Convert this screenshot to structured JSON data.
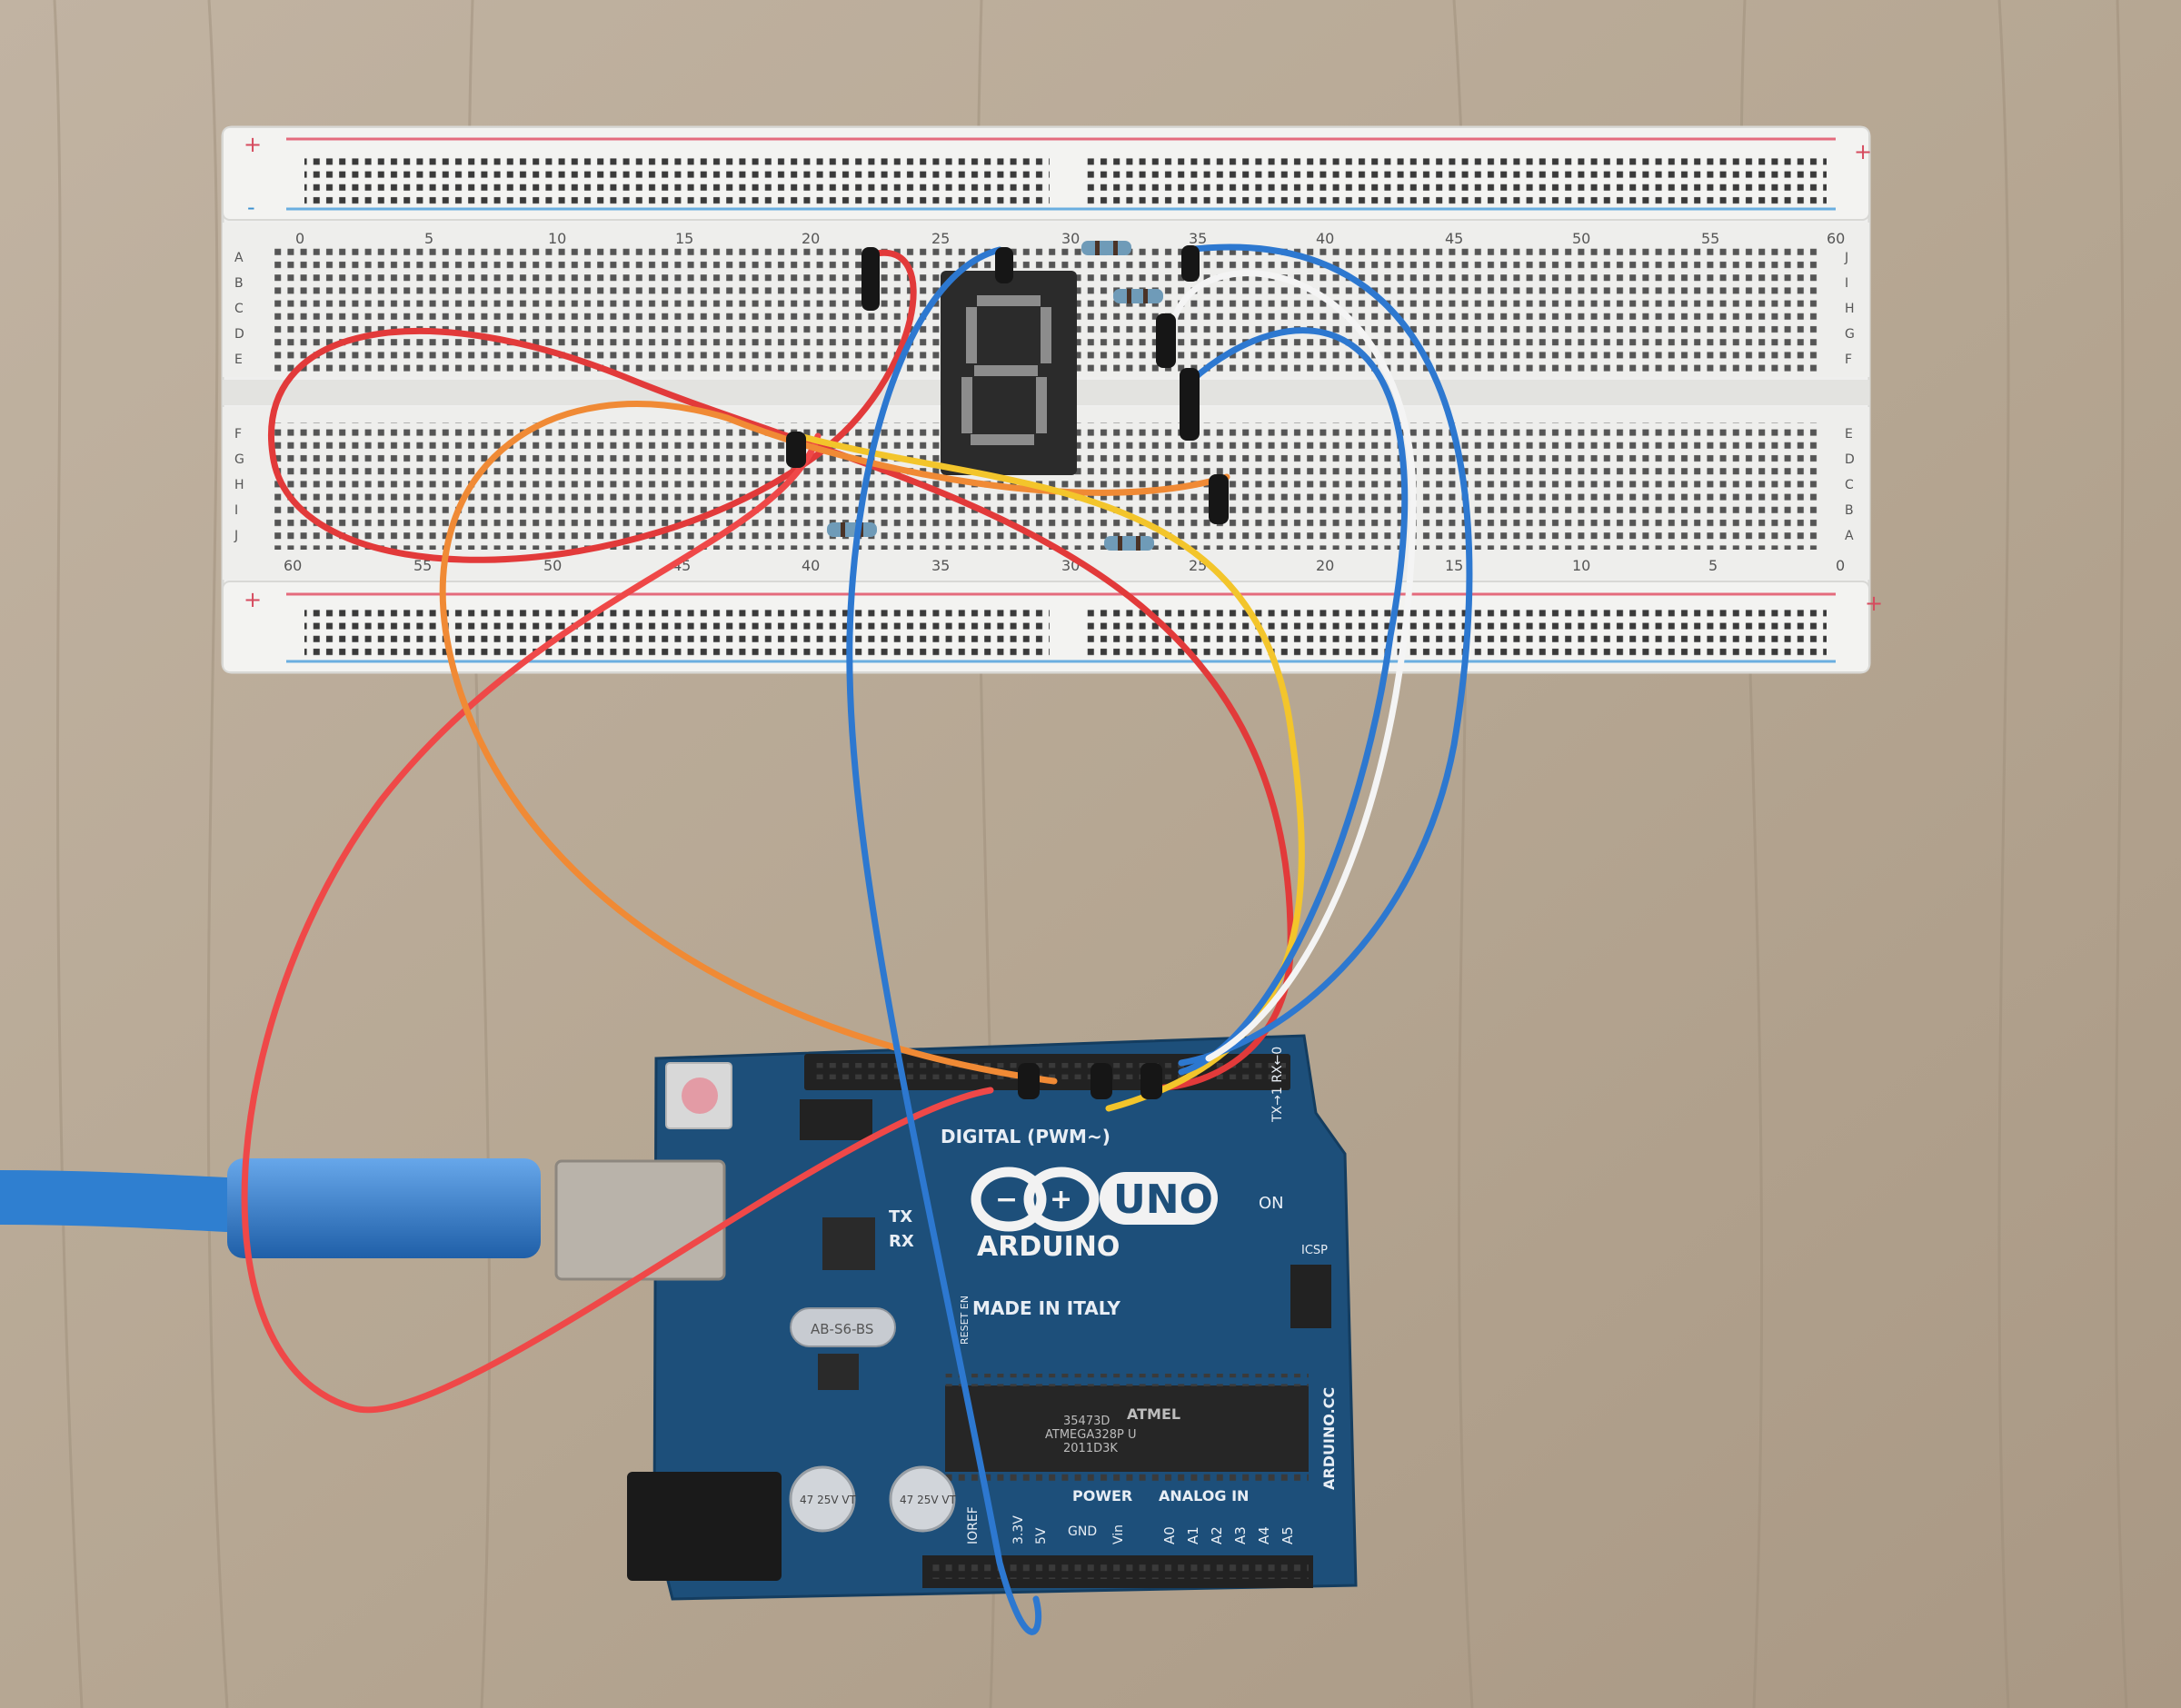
{
  "breadboard": {
    "top_numbers": [
      "0",
      "5",
      "10",
      "15",
      "20",
      "25",
      "30",
      "35",
      "40",
      "45",
      "50",
      "55",
      "60"
    ],
    "bottom_numbers": [
      "60",
      "55",
      "50",
      "45",
      "40",
      "35",
      "30",
      "25",
      "20",
      "15",
      "10",
      "5",
      "0"
    ],
    "row_letters_left_top": [
      "A",
      "B",
      "C",
      "D",
      "E"
    ],
    "row_letters_left_bottom": [
      "F",
      "G",
      "H",
      "I",
      "J"
    ],
    "row_letters_right_top": [
      "J",
      "I",
      "H",
      "G",
      "F"
    ],
    "row_letters_right_bottom": [
      "E",
      "D",
      "C",
      "B",
      "A"
    ],
    "rail_plus": "+",
    "rail_minus": "-"
  },
  "board": {
    "uno": "UNO",
    "arduino": "ARDUINO",
    "digital": "DIGITAL (PWM~)",
    "made_in": "MADE IN ITALY",
    "on": "ON",
    "tx": "TX",
    "rx": "RX",
    "icsp": "ICSP",
    "aref_reset": "RESET EN",
    "crystal": "AB-S6-BS",
    "chip_brand": "ATMEL",
    "chip_text": "ATMEGA328P U",
    "chip_code": "35473D",
    "chip_date": "2011D3K",
    "power": "POWER",
    "analog": "ANALOG IN",
    "power_pins": [
      "IOREF",
      "3.3V",
      "5V",
      "GND",
      "GND",
      "Vin"
    ],
    "analog_pins": [
      "A0",
      "A1",
      "A2",
      "A3",
      "A4",
      "A5"
    ],
    "site": "ARDUINO.CC",
    "cap1": "47 25V VT",
    "cap2": "47 25V VT",
    "tx_rx_top": "TX→1 RX←0"
  },
  "colors": {
    "wood": "#b9aa97",
    "breadboard": "#efefee",
    "board": "#1d4f7a",
    "wire_red": "#e23a3a",
    "wire_orange": "#f08a35",
    "wire_yellow": "#f3c52b",
    "wire_blue": "#2d78d0",
    "wire_white": "#f4f4f4",
    "usb": "#2f7fd0"
  }
}
